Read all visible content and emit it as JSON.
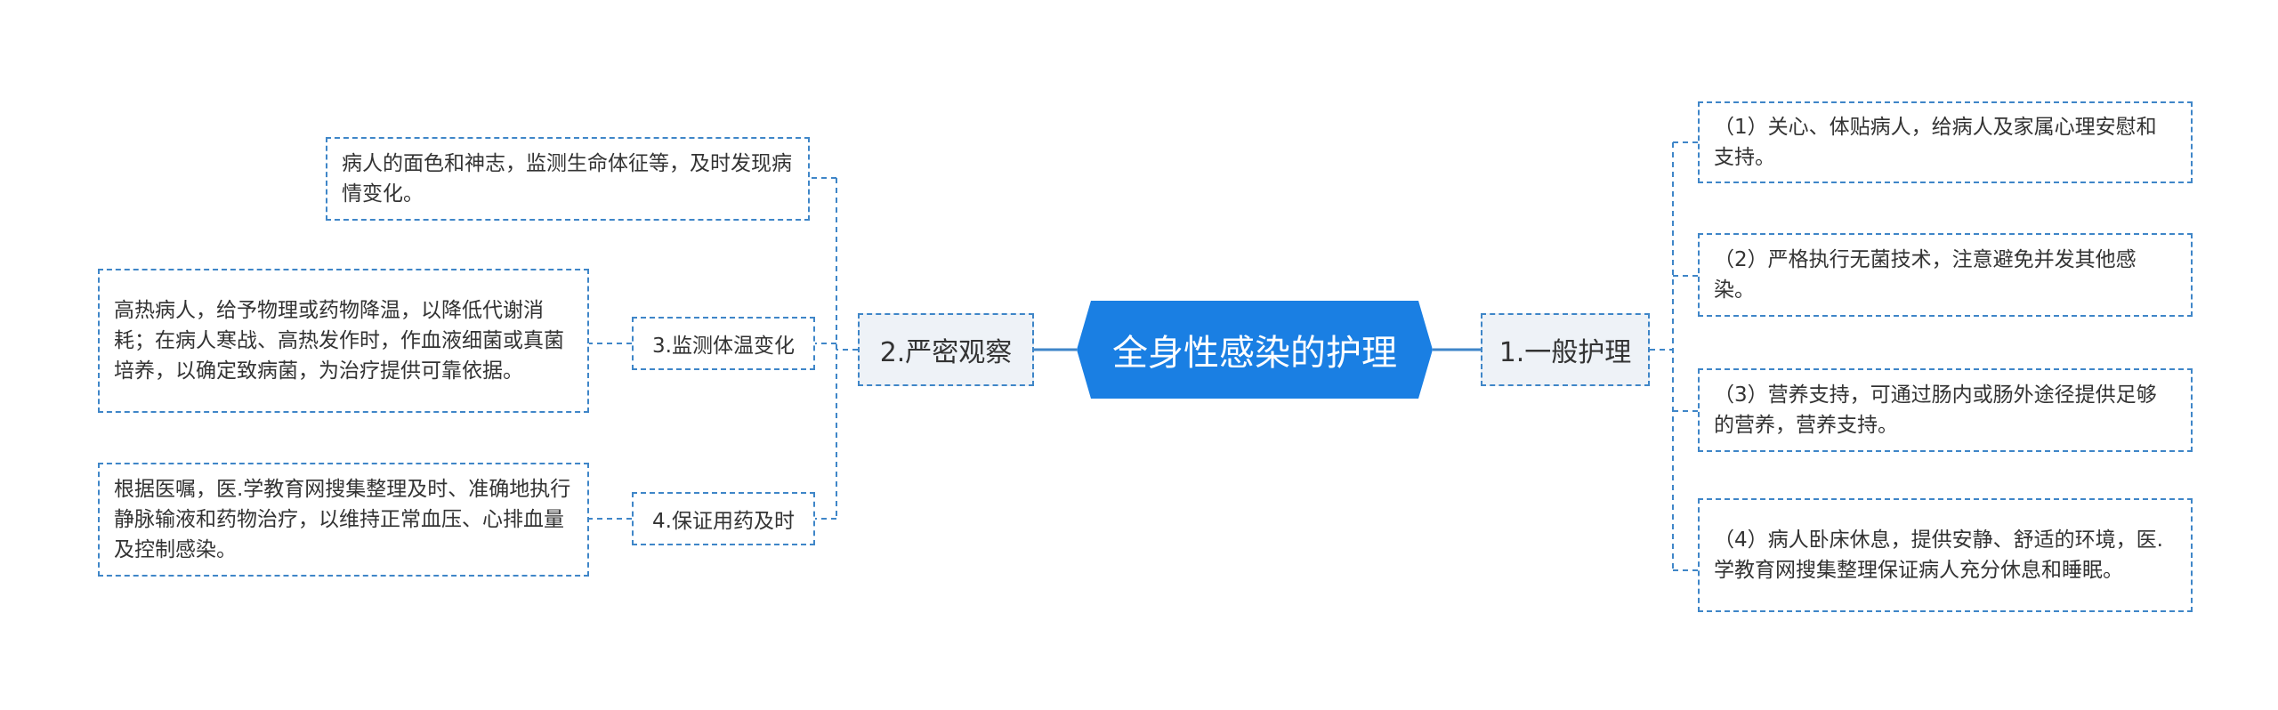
{
  "root": {
    "label": "全身性感染的护理"
  },
  "right_branch": {
    "label": "1.一般护理",
    "items": [
      "（1）关心、体贴病人，给病人及家属心理安慰和支持。",
      "（2）严格执行无菌技术，注意避免并发其他感染。",
      "（3）营养支持，可通过肠内或肠外途径提供足够的营养，营养支持。",
      "（4）病人卧床休息，提供安静、舒适的环境，医.学教育网搜集整理保证病人充分休息和睡眠。"
    ]
  },
  "left_branch": {
    "label": "2.严密观察",
    "direct_leaf": "病人的面色和神志，监测生命体征等，及时发现病情变化。",
    "subs": [
      {
        "label": "3.监测体温变化",
        "leaf": "高热病人，给予物理或药物降温，以降低代谢消耗；在病人寒战、高热发作时，作血液细菌或真菌培养，以确定致病菌，为治疗提供可靠依据。"
      },
      {
        "label": "4.保证用药及时",
        "leaf": "根据医嘱，医.学教育网搜集整理及时、准确地执行静脉输液和药物治疗，以维持正常血压、心排血量及控制感染。"
      }
    ]
  },
  "colors": {
    "root_fill": "#1a7fe3",
    "line": "#3f86c8",
    "main_fill": "#eef2f7"
  }
}
